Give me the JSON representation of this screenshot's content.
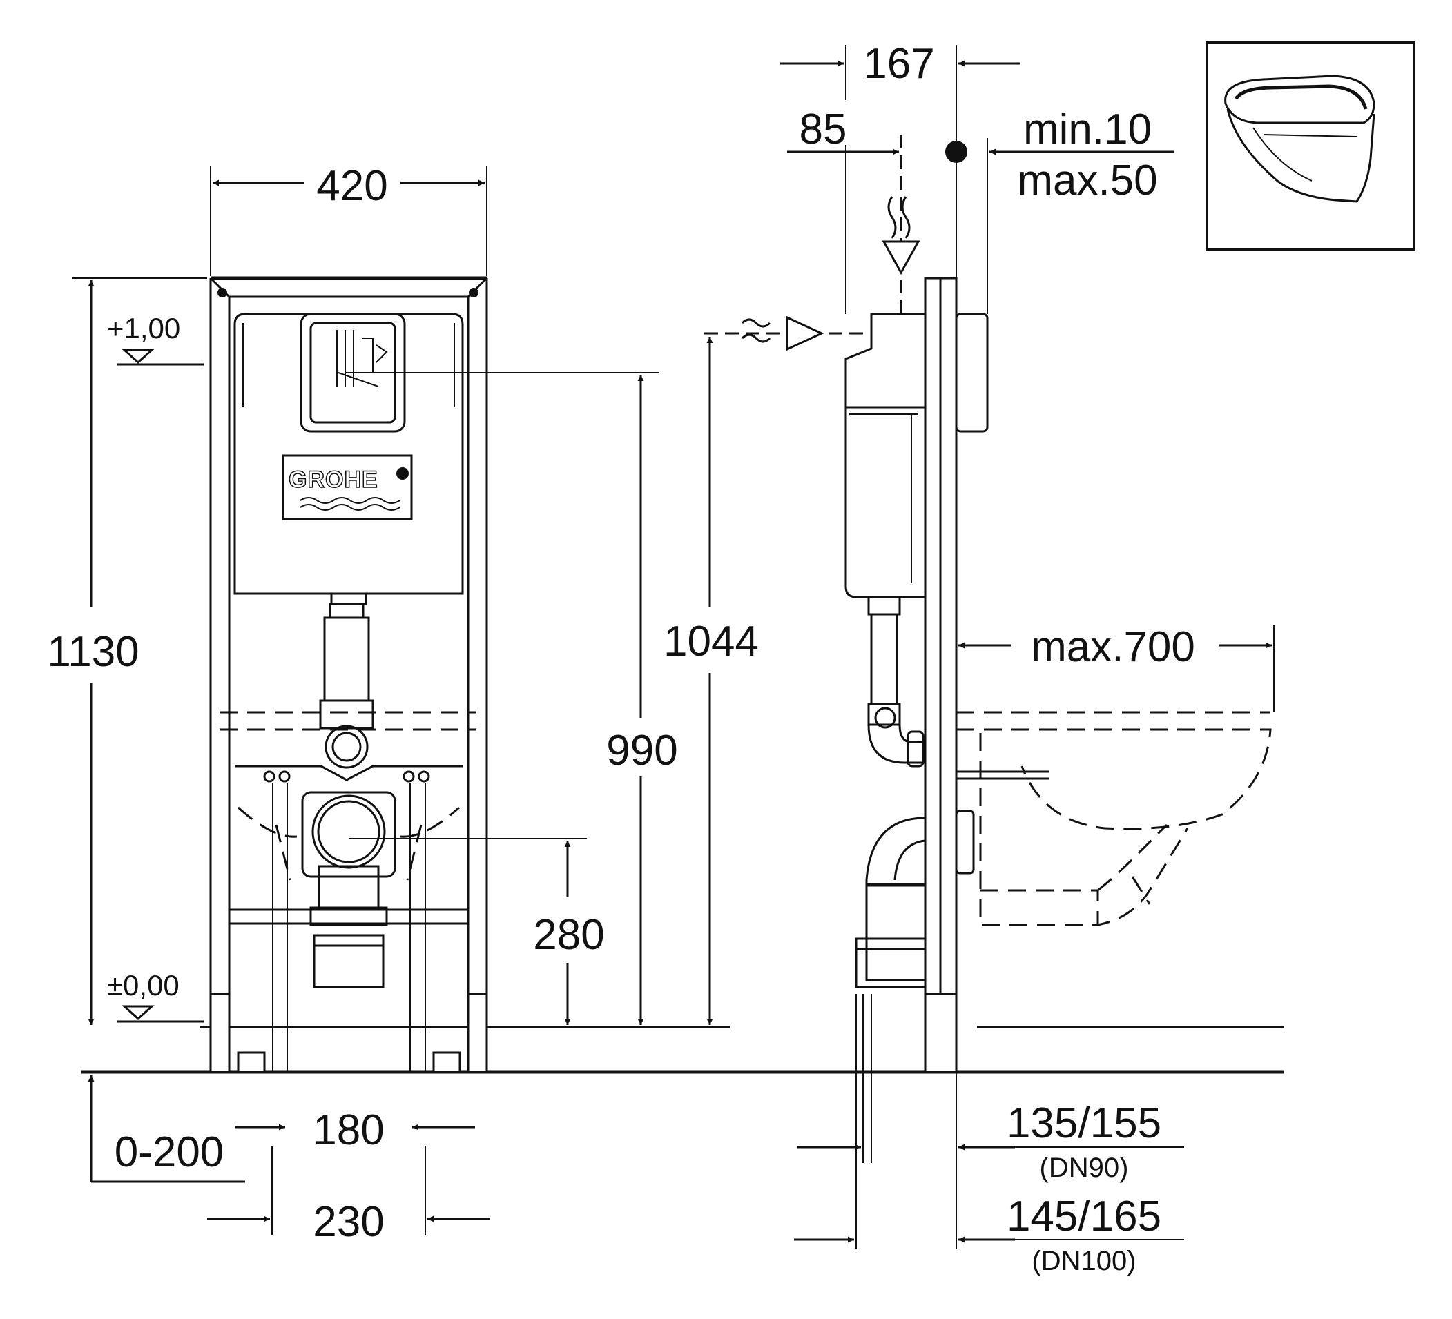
{
  "brand": "GROHE",
  "levels": {
    "top": "+1,00",
    "bottom": "±0,00"
  },
  "dimensions": {
    "width_frame": "420",
    "height_frame": "1130",
    "height_990": "990",
    "height_1044": "1044",
    "height_280": "280",
    "adjust_range": "0-200",
    "span_180": "180",
    "span_230": "230",
    "depth_167": "167",
    "depth_85": "85",
    "wall_min": "min.10",
    "wall_max": "max.50",
    "bowl_max": "max.700",
    "dn90_value": "135/155",
    "dn90_label": "(DN90)",
    "dn100_value": "145/165",
    "dn100_label": "(DN100)"
  },
  "icons": {
    "thumbnail": "wall-hung-toilet-icon",
    "water": "water-supply-icon",
    "vent": "vent-icon"
  }
}
